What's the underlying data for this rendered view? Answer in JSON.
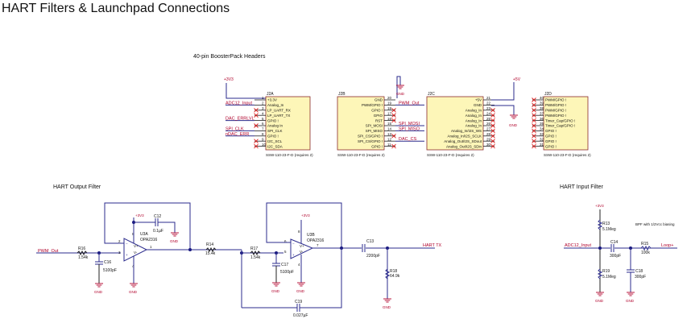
{
  "title": "HART Filters & Launchpad Connections",
  "headers_section": {
    "title": "40-pin BoosterPack Headers",
    "part_note": "SSW-110-23-F-D (requires 2)",
    "j2a": {
      "ref": "J2A",
      "power_net": "+3V3",
      "pins": [
        {
          "num": "1",
          "name": "+3.3V",
          "net": ""
        },
        {
          "num": "2",
          "name": "Analog_In",
          "net": "ADC12_Input"
        },
        {
          "num": "3",
          "name": "LP_UART_RX",
          "net": "",
          "nc": true
        },
        {
          "num": "4",
          "name": "LP_UART_TX",
          "net": "",
          "nc": true
        },
        {
          "num": "5",
          "name": "GPIO !",
          "net": "DAC_ERRLVL"
        },
        {
          "num": "6",
          "name": "Analog In",
          "net": "",
          "nc": true
        },
        {
          "num": "7",
          "name": "SPI_CLK",
          "net": "SPI_CLK"
        },
        {
          "num": "8",
          "name": "GPIO !",
          "net": "nDAC_ERR"
        },
        {
          "num": "9",
          "name": "I2C_SCL",
          "net": "",
          "nc": true
        },
        {
          "num": "10",
          "name": "I2C_SDA",
          "net": "",
          "nc": true
        }
      ]
    },
    "j2b": {
      "ref": "J2B",
      "gnd_label": "GND",
      "pins": [
        {
          "num": "20",
          "name": "GND",
          "net": ""
        },
        {
          "num": "19",
          "name": "PWM/GPIO !",
          "net": "PWM_Out"
        },
        {
          "num": "18",
          "name": "GPIO !",
          "net": "",
          "nc": true
        },
        {
          "num": "17",
          "name": "GPIO",
          "net": "",
          "nc": true
        },
        {
          "num": "16",
          "name": "RST",
          "net": "",
          "nc": true
        },
        {
          "num": "15",
          "name": "SPI_MOSI",
          "net": "SPI_MOSI"
        },
        {
          "num": "14",
          "name": "SPI_MISO",
          "net": "SPI_MISO"
        },
        {
          "num": "13",
          "name": "SPI_CS/GPIO !",
          "net": "",
          "nc": true
        },
        {
          "num": "12",
          "name": "SPI_CS/GPIO !",
          "net": "DAC_CS"
        },
        {
          "num": "11",
          "name": "GPIO !",
          "net": "",
          "nc": true
        }
      ]
    },
    "j2c": {
      "ref": "J2C",
      "power_net": "+5V",
      "gnd_label": "GND",
      "pins": [
        {
          "num": "21",
          "name": "+5V"
        },
        {
          "num": "22",
          "name": "GND"
        },
        {
          "num": "23",
          "name": "Analog_In",
          "nc": true
        },
        {
          "num": "24",
          "name": "Analog_In",
          "nc": true
        },
        {
          "num": "25",
          "name": "Analog_In",
          "nc": true
        },
        {
          "num": "26",
          "name": "Analog_In",
          "nc": true
        },
        {
          "num": "27",
          "name": "Analog_In/I2S_WS",
          "nc": true
        },
        {
          "num": "28",
          "name": "Analog_In/I2S_SCLK",
          "nc": true
        },
        {
          "num": "29",
          "name": "Analog_Out/I2S_SDout",
          "nc": true
        },
        {
          "num": "30",
          "name": "Analog_Out/I2S_SDin",
          "nc": true
        }
      ]
    },
    "j2d": {
      "ref": "J2D",
      "pins": [
        {
          "num": "40",
          "name": "PWM/GPIO !"
        },
        {
          "num": "39",
          "name": "PWM/GPIO !"
        },
        {
          "num": "38",
          "name": "PWM/GPIO !"
        },
        {
          "num": "37",
          "name": "PWM/GPIO !"
        },
        {
          "num": "36",
          "name": "Timer_Cap/GPIO !"
        },
        {
          "num": "35",
          "name": "Timer_Cap/GPIO !"
        },
        {
          "num": "34",
          "name": "GPIO !"
        },
        {
          "num": "33",
          "name": "GPIO !"
        },
        {
          "num": "32",
          "name": "GPIO !"
        },
        {
          "num": "31",
          "name": "GPIO !"
        }
      ]
    }
  },
  "output_filter": {
    "title": "HART Output Filter",
    "input_net": "PWM_Out",
    "output_net": "HART TX",
    "power_net": "+3V3",
    "gnd_label": "GND",
    "u3a": {
      "ref": "U3A",
      "part": "OPA2316",
      "pin_inv": "2",
      "pin_noninv": "3",
      "pin_out": "1",
      "pin_vplus": "8",
      "pin_vminus": "4",
      "vplus": "V+",
      "vminus": "V-"
    },
    "u3b": {
      "ref": "U3B",
      "part": "OPA2316",
      "pin_inv": "6",
      "pin_noninv": "5",
      "pin_out": "7",
      "pin_vplus": "8",
      "pin_vminus": "4",
      "vplus": "V+",
      "vminus": "V-"
    },
    "r16": {
      "ref": "R16",
      "value": "1.54k"
    },
    "c16": {
      "ref": "C16",
      "value": "5100pF"
    },
    "c12": {
      "ref": "C12",
      "value": "0.1µF"
    },
    "r14": {
      "ref": "R14",
      "value": "15.4k"
    },
    "r17": {
      "ref": "R17",
      "value": "1.54k"
    },
    "c17": {
      "ref": "C17",
      "value": "5100pF"
    },
    "c19": {
      "ref": "C19",
      "value": "0.027µF"
    },
    "c13": {
      "ref": "C13",
      "value": "2200pF"
    },
    "r18": {
      "ref": "R18",
      "value": "64.9k"
    }
  },
  "input_filter": {
    "title": "HART Input Filter",
    "note": "BPF with 1/2Vcc biasing",
    "power_net": "+3V3",
    "input_net": "ADC12_Input",
    "output_net": "Loop+",
    "gnd_label": "GND",
    "r13": {
      "ref": "R13",
      "value": "5.1Meg"
    },
    "r19": {
      "ref": "R19",
      "value": "5.1Meg"
    },
    "c14": {
      "ref": "C14",
      "value": "300pF"
    },
    "r15": {
      "ref": "R15",
      "value": "100k"
    },
    "c18": {
      "ref": "C18",
      "value": "300pF"
    }
  }
}
